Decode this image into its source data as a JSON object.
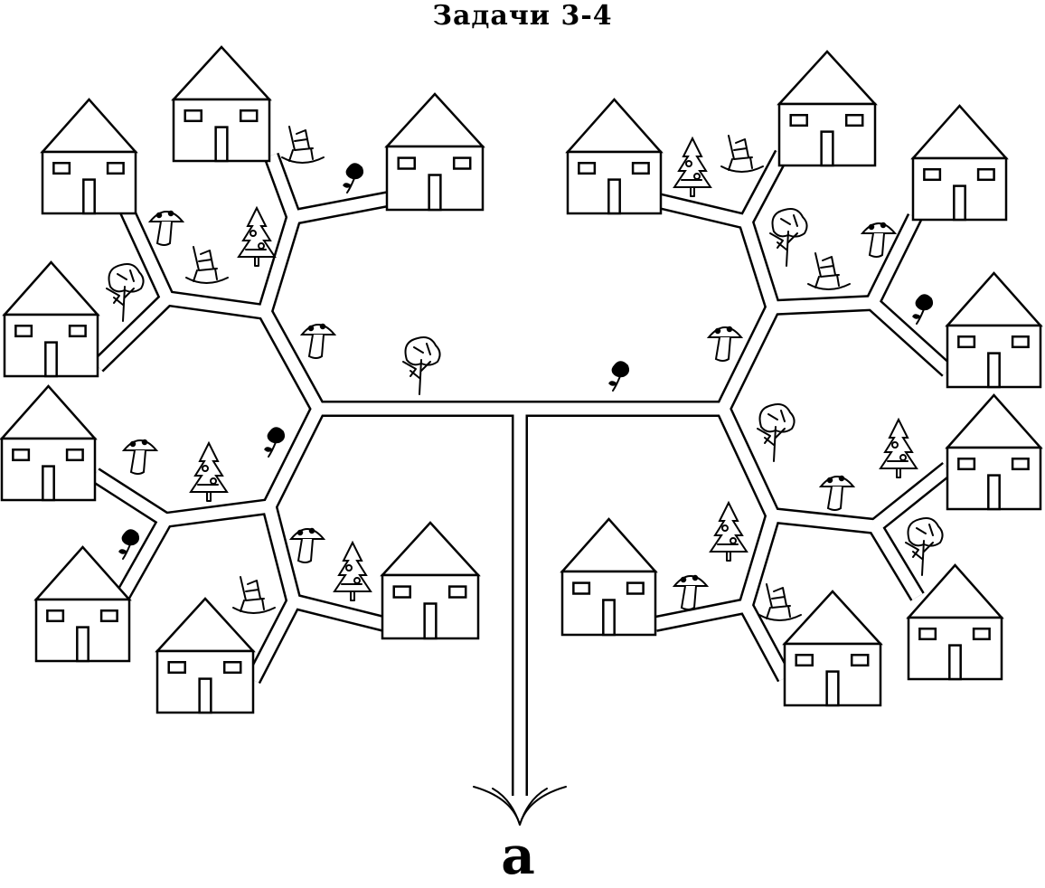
{
  "title": "Задачи 3-4",
  "start_label": "а",
  "houses_count": 16,
  "icons": [
    "mushroom-icon",
    "fir-tree-icon",
    "tree-icon",
    "flower-icon",
    "rocking-chair-icon",
    "house-icon"
  ]
}
